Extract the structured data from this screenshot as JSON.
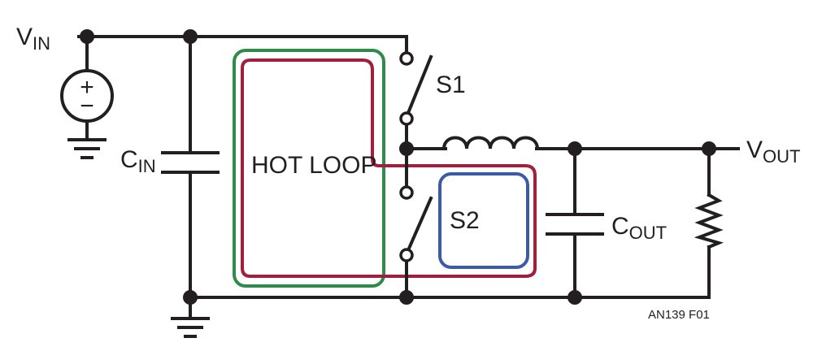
{
  "figure": {
    "labels": {
      "vin_main": "V",
      "vin_sub": "IN",
      "cin_main": "C",
      "cin_sub": "IN",
      "s1": "S1",
      "s2": "S2",
      "hot_loop": "HOT LOOP",
      "vout_main": "V",
      "vout_sub": "OUT",
      "cout_main": "C",
      "cout_sub": "OUT",
      "figure_id": "AN139 F01",
      "source_plus": "+",
      "source_minus": "−"
    },
    "colors": {
      "wire": "#231f20",
      "hot_loop": "#2e8b4a",
      "input_loop": "#a01f3c",
      "switch_loop": "#3b5ba8"
    },
    "icons": [
      "voltage-source-icon",
      "ground-icon",
      "capacitor-icon",
      "switch-icon",
      "inductor-icon",
      "resistor-icon"
    ]
  }
}
